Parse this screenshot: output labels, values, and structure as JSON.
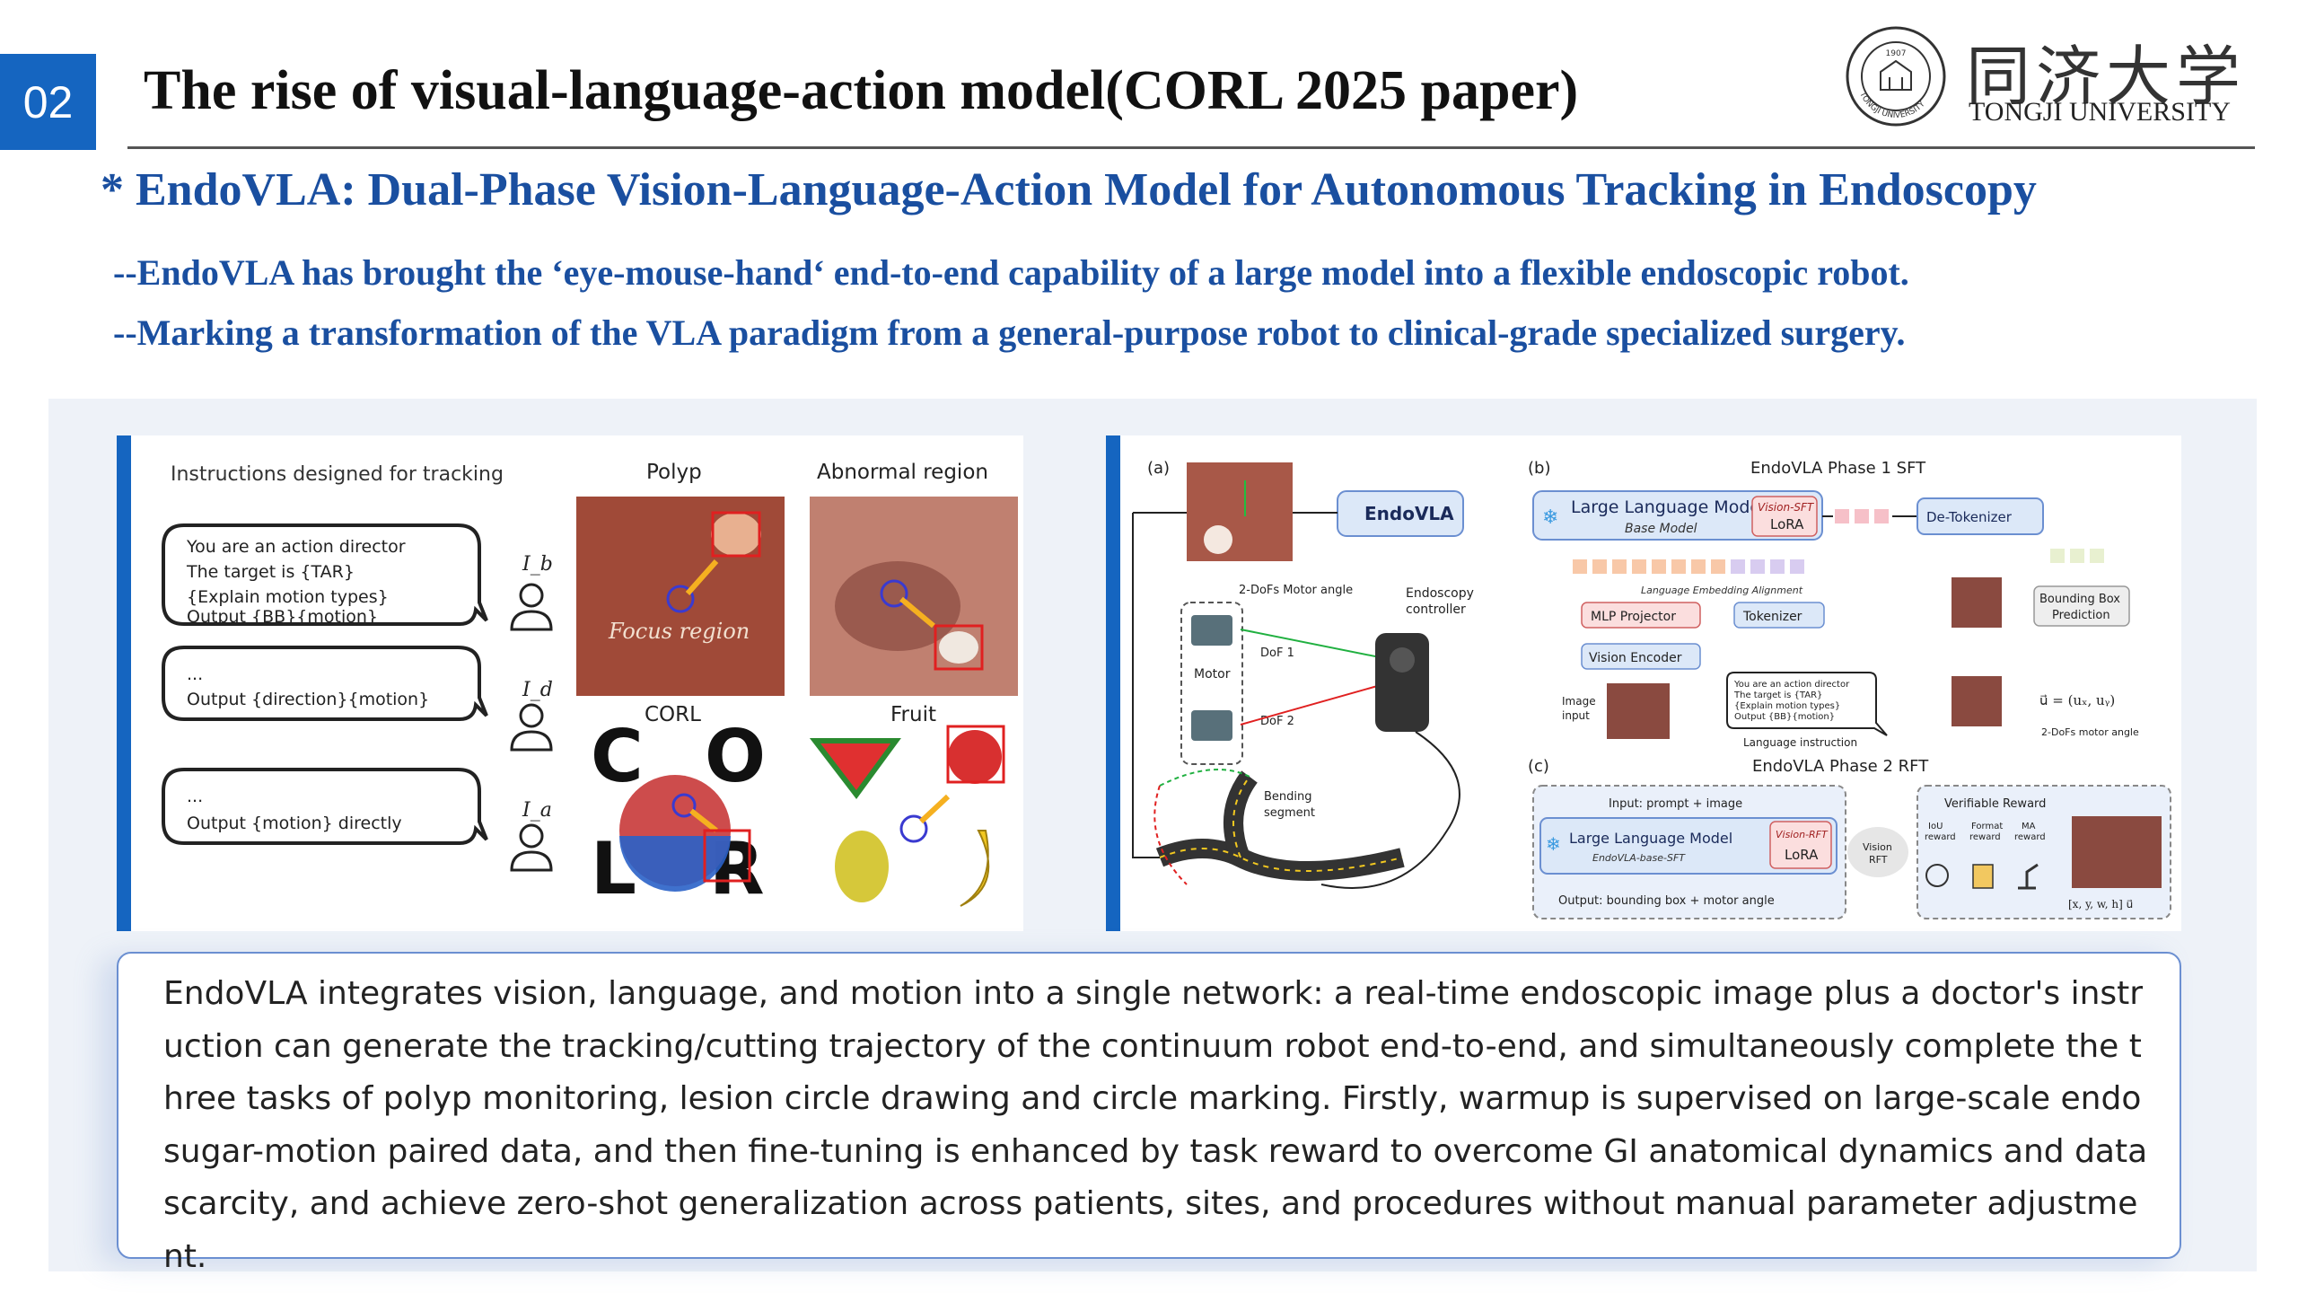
{
  "header": {
    "slide_number": "02",
    "title": "The rise of visual-language-action model(CORL 2025 paper)",
    "university_cn": "同济大学",
    "university_en": "TONGJI UNIVERSITY",
    "seal_text": "TONGJI UNIVERSITY",
    "seal_year": "1907"
  },
  "subtitle": "* EndoVLA: Dual-Phase Vision-Language-Action Model for Autonomous Tracking in Endoscopy",
  "bullets": [
    "--EndoVLA has  brought the ‘eye-mouse-hand‘ end-to-end capability of a large model into a flexible endoscopic robot.",
    "--Marking a transformation of the VLA paradigm from a general-purpose robot to clinical-grade specialized surgery."
  ],
  "figure_left": {
    "heading": "Instructions designed for tracking",
    "prompt1": [
      "You are an action director",
      "The target is {TAR}",
      "{Explain motion types}",
      "Output {BB}{motion}"
    ],
    "prompt2": [
      "...",
      "Output {direction}{motion}"
    ],
    "prompt3": [
      "...",
      "Output {motion} directly"
    ],
    "labels": [
      "I_b",
      "I_d",
      "I_a"
    ],
    "polyp": "Polyp",
    "abnormal": "Abnormal region",
    "focus": "Focus region",
    "corl": "CORL",
    "fruit": "Fruit",
    "corl_letters": [
      "C",
      "O",
      "L",
      "R"
    ]
  },
  "figure_right": {
    "a": "(a)",
    "b": "(b)",
    "c": "(c)",
    "endovla": "EndoVLA",
    "motor_angle": "2-DoFs Motor angle",
    "endo_ctrl": [
      "Endoscopy",
      "controller"
    ],
    "motor": "Motor",
    "dof1": "DoF 1",
    "dof2": "DoF 2",
    "bending": [
      "Bending",
      "segment"
    ],
    "phase1": "EndoVLA Phase 1 SFT",
    "phase2": "EndoVLA Phase 2 RFT",
    "llm": "Large Language Model",
    "base_model": "Base Model",
    "vision_sft": "Vision-SFT",
    "lora": "LoRA",
    "detok": "De-Tokenizer",
    "lang_align": "Language Embedding Alignment",
    "mlp": "MLP Projector",
    "tokenizer": "Tokenizer",
    "vision_encoder": "Vision Encoder",
    "bbox_pred": [
      "Bounding Box",
      "Prediction"
    ],
    "image_input": [
      "Image",
      "input"
    ],
    "instr": [
      "You are an action director",
      "The target is {TAR}",
      "{Explain motion types}",
      "Output {BB}{motion}"
    ],
    "lang_instr": "Language instruction",
    "u_formula": "u⃗ = (uₓ, uᵧ)",
    "dofs_angle": "2-DoFs motor angle",
    "input_prompt": "Input: prompt + image",
    "llm2": "Large Language Model",
    "base_sft": "EndoVLA-base-SFT",
    "vision_rft": "Vision-RFT",
    "vision_rft2": [
      "Vision",
      "RFT"
    ],
    "verifiable": "Verifiable Reward",
    "iou": [
      "IoU",
      "reward"
    ],
    "format": [
      "Format",
      "reward"
    ],
    "ma": [
      "MA",
      "reward"
    ],
    "output": "Output: bounding box + motor angle",
    "xywh": "[x, y, w, h] u⃗"
  },
  "description": "EndoVLA integrates vision, language, and motion into a single network: a real-time endoscopic image plus a doctor's instruction can generate the tracking/cutting trajectory of the continuum robot end-to-end, and simultaneously complete the three tasks of polyp monitoring, lesion circle drawing and circle marking. Firstly, warmup is supervised on large-scale endosugar-motion paired data, and then fine-tuning is enhanced by task reward to overcome GI anatomical dynamics and data scarcity, and achieve zero-shot generalization across patients, sites, and procedures without manual parameter adjustment.",
  "colors": {
    "accent_blue": "#1565c0",
    "subtitle_blue": "#1a4fa0",
    "panel_bg": "#eef2f8",
    "box_border": "#6b8fd1"
  }
}
